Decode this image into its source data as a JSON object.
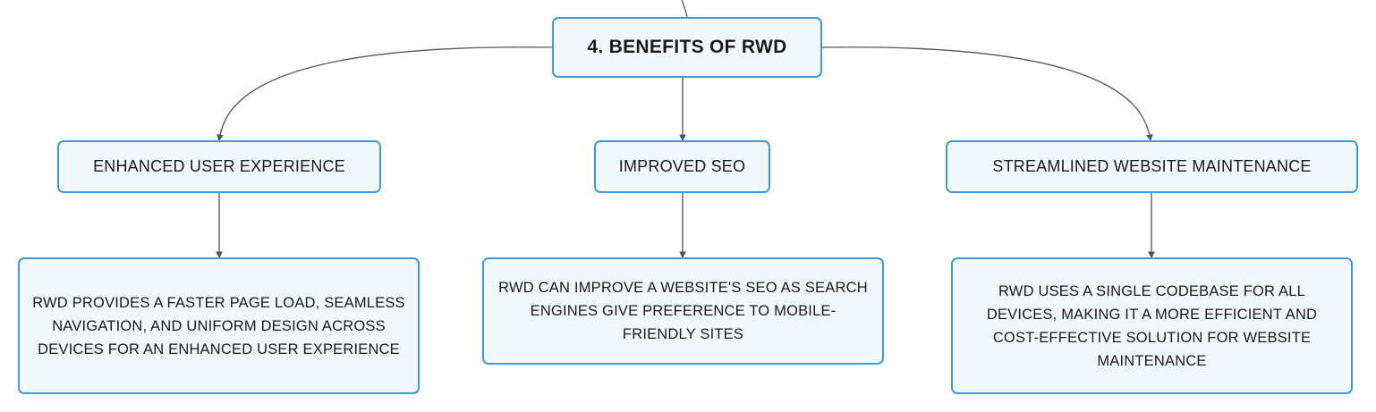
{
  "diagram": {
    "root": {
      "label": "4. BENEFITS OF RWD"
    },
    "branches": [
      {
        "label": "ENHANCED USER EXPERIENCE",
        "detail": "RWD PROVIDES A FASTER PAGE LOAD, SEAMLESS NAVIGATION, AND UNIFORM DESIGN ACROSS DEVICES FOR AN ENHANCED USER EXPERIENCE"
      },
      {
        "label": "IMPROVED SEO",
        "detail": "RWD CAN IMPROVE A WEBSITE'S SEO AS SEARCH ENGINES GIVE PREFERENCE TO MOBILE-FRIENDLY SITES"
      },
      {
        "label": "STREAMLINED WEBSITE MAINTENANCE",
        "detail": "RWD USES A SINGLE CODEBASE FOR ALL DEVICES, MAKING IT A MORE EFFICIENT AND COST-EFFECTIVE SOLUTION FOR WEBSITE MAINTENANCE"
      }
    ]
  },
  "colors": {
    "node_border": "#3d9be3",
    "node_fill": "#f1f8fe",
    "connector": "#555555",
    "text": "#1a1a1a"
  }
}
